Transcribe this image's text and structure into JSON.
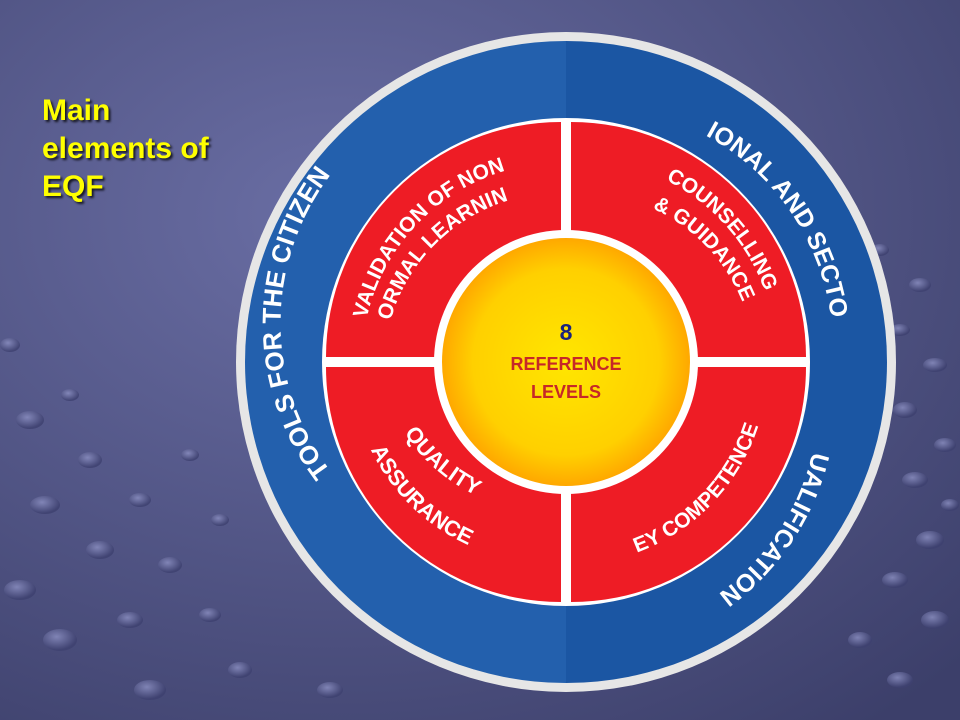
{
  "title": {
    "line1": "Main",
    "line2": "elements of",
    "line3": "EQF"
  },
  "diagram": {
    "center": {
      "number": "8",
      "line1": "REFERENCE",
      "line2": "LEVELS"
    },
    "outer_ring": {
      "left": "TOOLS FOR THE CITIZEN",
      "right_top": "NATIONAL AND SECTORAL",
      "right_bottom": "QUALIFICATIONS"
    },
    "inner_ring": {
      "top_left_line1": "VALIDATION OF NON",
      "top_left_line2": "FORMAL LEARNING",
      "top_right_line1": "COUNSELLING",
      "top_right_line2": "& GUIDANCE",
      "bottom_left_line1": "QUALITY",
      "bottom_left_line2": "ASSURANCE",
      "bottom_right": "KEY COMPETENCES"
    }
  },
  "colors": {
    "background": "#5a5d8f",
    "outer_ring": "#1f5aa6",
    "inner_ring": "#ee1c25",
    "center_yellow": "#ffd800",
    "title": "#ffff00",
    "center_text_number": "#1a237e",
    "center_text_label": "#c62828"
  }
}
